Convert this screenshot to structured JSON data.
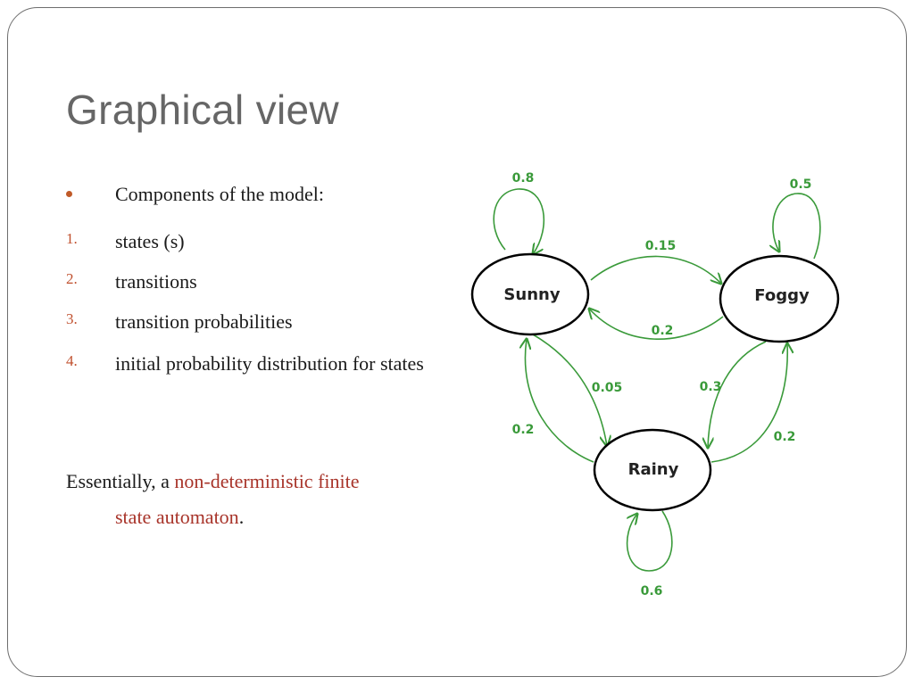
{
  "slide": {
    "title": "Graphical view",
    "bullet": "Components of the model:",
    "numbered": [
      {
        "marker": "1.",
        "text": "states (s)"
      },
      {
        "marker": "2.",
        "text": "transitions"
      },
      {
        "marker": "3.",
        "text": "transition probabilities"
      },
      {
        "marker": "4.",
        "text": "initial probability distribution for states"
      }
    ],
    "summary": {
      "prefix": "Essentially, a ",
      "highlight_part1": "non-deterministic finite",
      "highlight_part2": "state automaton",
      "suffix": "."
    }
  },
  "diagram": {
    "states": [
      "Sunny",
      "Foggy",
      "Rainy"
    ],
    "transitions": {
      "sunny_sunny": "0.8",
      "foggy_foggy": "0.5",
      "rainy_rainy": "0.6",
      "sunny_foggy": "0.15",
      "foggy_sunny": "0.2",
      "sunny_rainy": "0.05",
      "rainy_sunny": "0.2",
      "foggy_rainy": "0.3",
      "rainy_foggy": "0.2"
    },
    "colors": {
      "edge": "#3a9a3a",
      "node_stroke": "#000000",
      "bullet": "#c05a28",
      "highlight": "#a8342a"
    }
  }
}
